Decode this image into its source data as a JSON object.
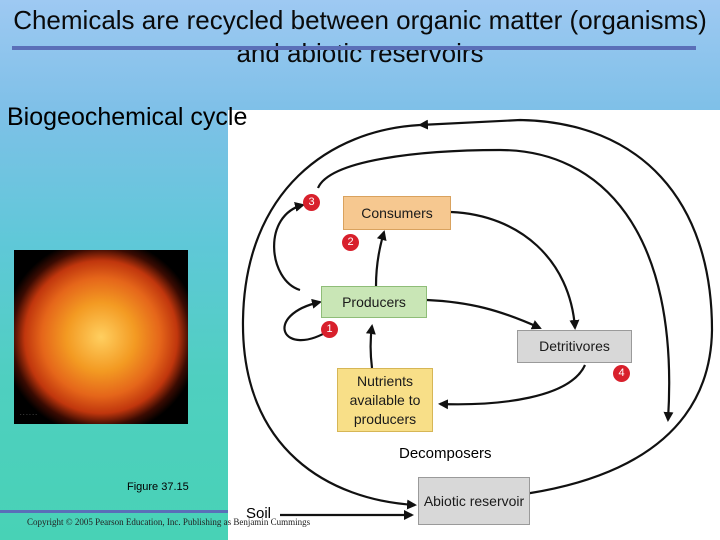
{
  "title": "Chemicals are recycled between organic matter (organisms) and abiotic reservoirs",
  "subtitle": "Biogeochemical cycle",
  "figure_label": "Figure 37.15",
  "copyright": "Copyright © 2005 Pearson Education, Inc. Publishing as Benjamin Cummings",
  "diagram": {
    "consumers": "Consumers",
    "producers": "Producers",
    "detritivores": "Detritivores",
    "nutrients": "Nutrients available to producers",
    "decomposers": "Decomposers",
    "abiotic": "Abiotic reservoir",
    "soil": "Soil",
    "badges": [
      "1",
      "2",
      "3",
      "4"
    ]
  },
  "colors": {
    "consumers_fill": "#f6c890",
    "producers_fill": "#c9e6b6",
    "nutrients_fill": "#f8df88",
    "reservoir_fill": "#d8d8d8",
    "badge_fill": "#d8202c"
  }
}
